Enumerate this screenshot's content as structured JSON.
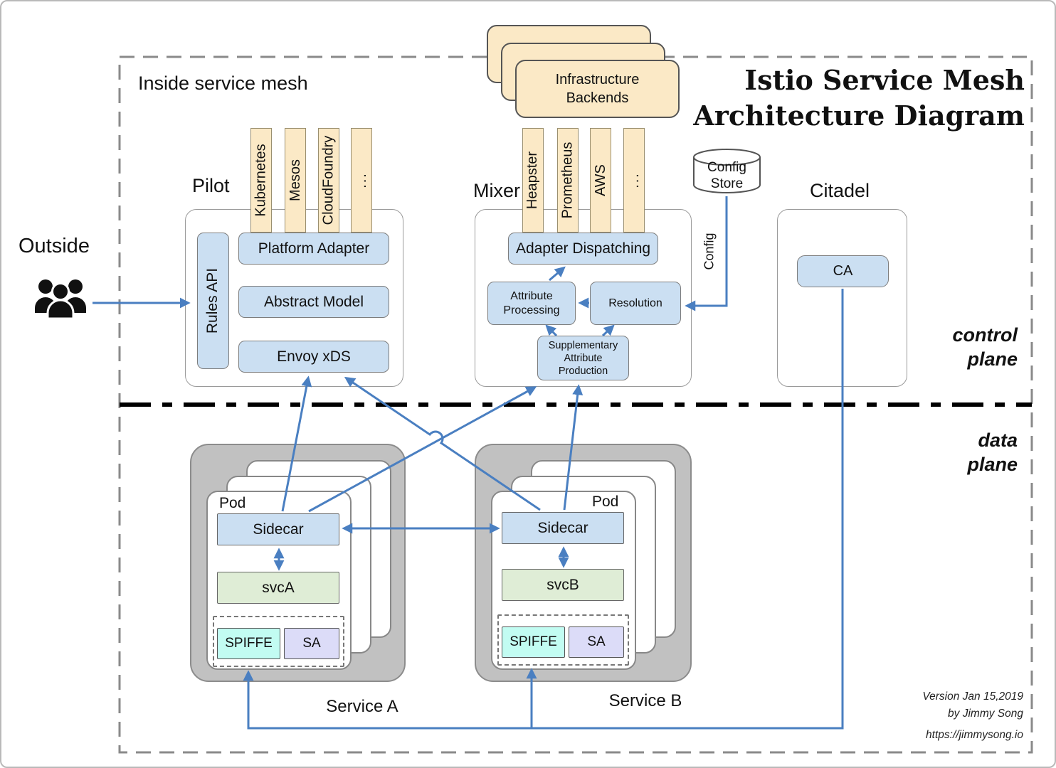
{
  "title": {
    "line1": "Istio Service Mesh",
    "line2": "Architecture Diagram"
  },
  "labels": {
    "inside": "Inside service mesh",
    "outside": "Outside",
    "control_plane": [
      "control",
      "plane"
    ],
    "data_plane": [
      "data",
      "plane"
    ]
  },
  "infrastructure_backends": [
    "Infrastructure",
    "Backends"
  ],
  "pilot": {
    "label": "Pilot",
    "columns": [
      "Kubernetes",
      "Mesos",
      "CloudFoundry",
      "..."
    ],
    "rules_api": "Rules API",
    "platform_adapter": "Platform Adapter",
    "abstract_model": "Abstract Model",
    "envoy_xds": "Envoy xDS"
  },
  "mixer": {
    "label": "Mixer",
    "columns": [
      "Heapster",
      "Prometheus",
      "AWS",
      "..."
    ],
    "adapter_dispatching": "Adapter Dispatching",
    "attribute_processing": [
      "Attribute",
      "Processing"
    ],
    "resolution": "Resolution",
    "supplementary_attribute_production": [
      "Supplementary",
      "Attribute",
      "Production"
    ]
  },
  "config_store": {
    "label": [
      "Config",
      "Store"
    ],
    "edge_label": "Config"
  },
  "citadel": {
    "label": "Citadel",
    "ca": "CA"
  },
  "services": {
    "a": {
      "label": "Service A",
      "pod": "Pod",
      "sidecar": "Sidecar",
      "svc": "svcA",
      "spiffe": "SPIFFE",
      "sa": "SA"
    },
    "b": {
      "label": "Service B",
      "pod": "Pod",
      "sidecar": "Sidecar",
      "svc": "svcB",
      "spiffe": "SPIFFE",
      "sa": "SA"
    }
  },
  "footer": {
    "version": "Version Jan 15,2019",
    "author": "by Jimmy Song",
    "url": "https://jimmysong.io"
  },
  "colors": {
    "arrow": "#4a7fc1",
    "box_blue": "#cbdff2",
    "box_green": "#dfedd6",
    "box_cyan": "#c2fcf2",
    "box_lavender": "#dcdcf8",
    "column_cream": "#fbe9c6",
    "service_gray": "#c1c1c1",
    "divider_black": "#000000"
  }
}
